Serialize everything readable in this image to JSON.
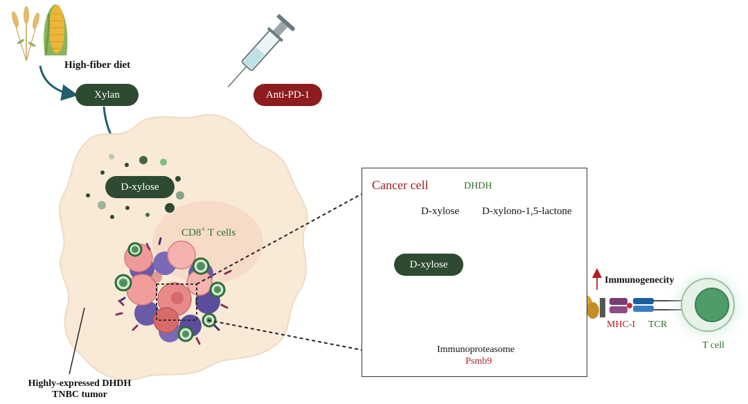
{
  "diet": {
    "label": "High-fiber diet"
  },
  "xylan": {
    "label": "Xylan"
  },
  "drug": {
    "label": "Anti-PD-1"
  },
  "tumor": {
    "dxylose_label": "D-xylose",
    "tcells_label": "CD8",
    "tcells_sup": "+",
    "tcells_suffix": "T cells",
    "caption_line1": "Highly-expressed DHDH",
    "caption_line2": "TNBC tumor"
  },
  "zoom": {
    "title": "Cancer cell",
    "enzyme": "DHDH",
    "substrate": "D-xylose",
    "product": "D-xylono-1,5-lactone",
    "dxylose_label": "D-xylose",
    "proteasome_label": "Immunoproteasome",
    "proteasome_gene": "Psmb9"
  },
  "presentation": {
    "immunogenicity": "Immunogenecity",
    "mhc": "MHC-I",
    "tcr": "TCR",
    "tcell": "T cell"
  },
  "colors": {
    "dark_green": "#2e4a30",
    "dark_red": "#8e1b1e",
    "text_red": "#b01e23",
    "text_green": "#2e6b2e",
    "arrow_teal": "#1f5e6d",
    "tumor_fill": "#f8ead6",
    "tcell_green": "#7dbf8f"
  }
}
